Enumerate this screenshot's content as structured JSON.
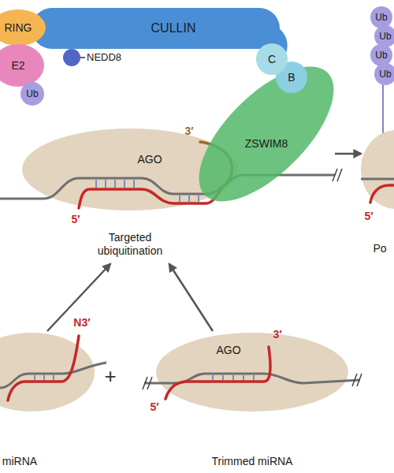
{
  "diagram": {
    "nodes": [
      {
        "text": [
          "RING"
        ]
      },
      {
        "text": [
          "CULLIN"
        ]
      },
      {
        "text": [
          "C"
        ]
      },
      {
        "text": [
          "B"
        ]
      },
      {
        "text": [
          "E2"
        ]
      },
      {
        "text": [
          "Ub"
        ]
      },
      {
        "text": [
          "NEDD8"
        ]
      },
      {
        "text": [
          "ZSWIM8"
        ]
      },
      {
        "text": [
          "AGO",
          "Targeted ubiquitination"
        ]
      },
      {
        "text": [
          "Ub"
        ]
      },
      {
        "text": [
          "Ub"
        ]
      },
      {
        "text": [
          "Ub"
        ]
      },
      {
        "text": [
          "Ub"
        ]
      },
      {
        "text": [
          "Po"
        ]
      },
      {
        "text": [
          "miRNA"
        ]
      },
      {
        "text": [
          "AGO",
          "Trimmed miRNA"
        ]
      }
    ],
    "edges": [
      {
        "from": 14,
        "to": 8,
        "arrow": "to"
      },
      {
        "from": 15,
        "to": 8,
        "arrow": "to"
      },
      {
        "from": 8,
        "to": 13,
        "arrow": "to"
      }
    ],
    "labels": [
      "3′",
      "5′",
      "5′",
      "N3′",
      "+",
      "3′",
      "5′"
    ]
  }
}
